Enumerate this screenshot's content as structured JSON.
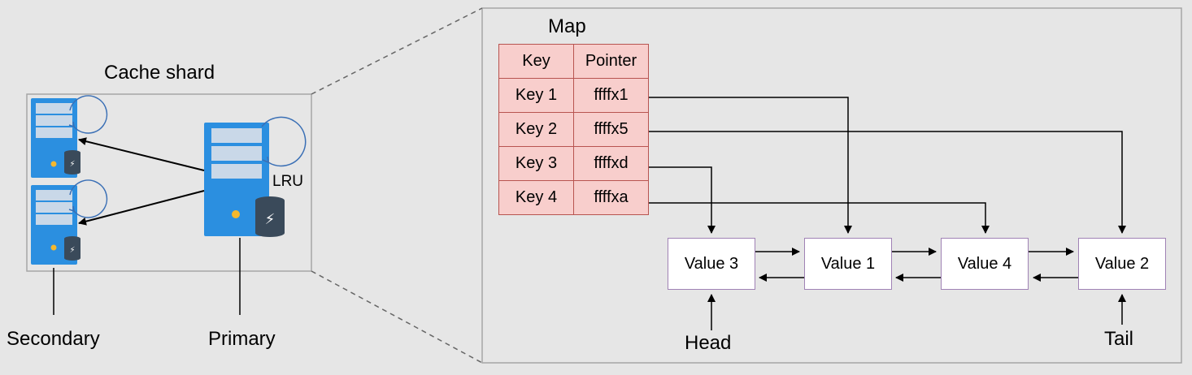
{
  "shard": {
    "title": "Cache shard",
    "lru_label": "LRU",
    "secondary_label": "Secondary",
    "primary_label": "Primary"
  },
  "map": {
    "title": "Map",
    "headers": [
      "Key",
      "Pointer"
    ],
    "rows": [
      {
        "key": "Key 1",
        "pointer": "ffffx1"
      },
      {
        "key": "Key 2",
        "pointer": "ffffx5"
      },
      {
        "key": "Key 3",
        "pointer": "ffffxd"
      },
      {
        "key": "Key 4",
        "pointer": "ffffxa"
      }
    ]
  },
  "list": {
    "values": [
      "Value 3",
      "Value 1",
      "Value 4",
      "Value 2"
    ],
    "head_label": "Head",
    "tail_label": "Tail"
  },
  "colors": {
    "server": "#2b8fe0",
    "db": "#3a4a5a",
    "map_fill": "#f8cecc",
    "map_border": "#b85450",
    "value_border": "#a082b5"
  }
}
